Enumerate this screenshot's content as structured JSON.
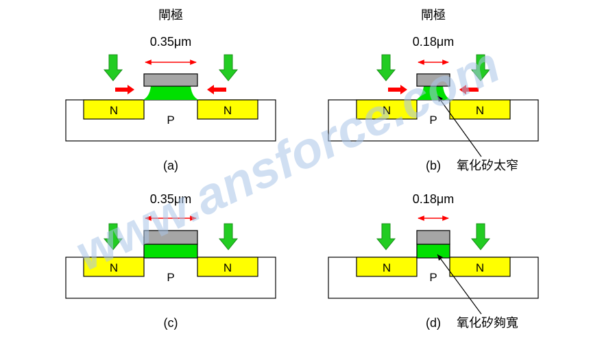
{
  "colors": {
    "substrate_fill": "#ffffff",
    "outline": "#000000",
    "n_region": "#ffff00",
    "oxide": "#00e000",
    "gate": "#a6a6a6",
    "down_arrow": "#22cc22",
    "width_arrow": "#ff0000",
    "watermark": "#a9c4e8"
  },
  "watermark": "www.ansforce.com",
  "panels": [
    {
      "id": "a",
      "gate_label": "閘極",
      "width_label": "0.35μm",
      "caption": "(a)",
      "n_left": "N",
      "n_right": "N",
      "p_label": "P",
      "oxide_shape": "flared",
      "side_arrows": true,
      "note": ""
    },
    {
      "id": "b",
      "gate_label": "閘極",
      "width_label": "0.18μm",
      "caption": "(b)",
      "n_left": "N",
      "n_right": "N",
      "p_label": "P",
      "oxide_shape": "flared",
      "side_arrows": true,
      "note": "氧化矽太窄"
    },
    {
      "id": "c",
      "gate_label": "",
      "width_label": "0.35μm",
      "caption": "(c)",
      "n_left": "N",
      "n_right": "N",
      "p_label": "P",
      "oxide_shape": "rect",
      "side_arrows": false,
      "note": ""
    },
    {
      "id": "d",
      "gate_label": "",
      "width_label": "0.18μm",
      "caption": "(d)",
      "n_left": "N",
      "n_right": "N",
      "p_label": "P",
      "oxide_shape": "rect",
      "side_arrows": false,
      "note": "氧化矽夠寬"
    }
  ]
}
